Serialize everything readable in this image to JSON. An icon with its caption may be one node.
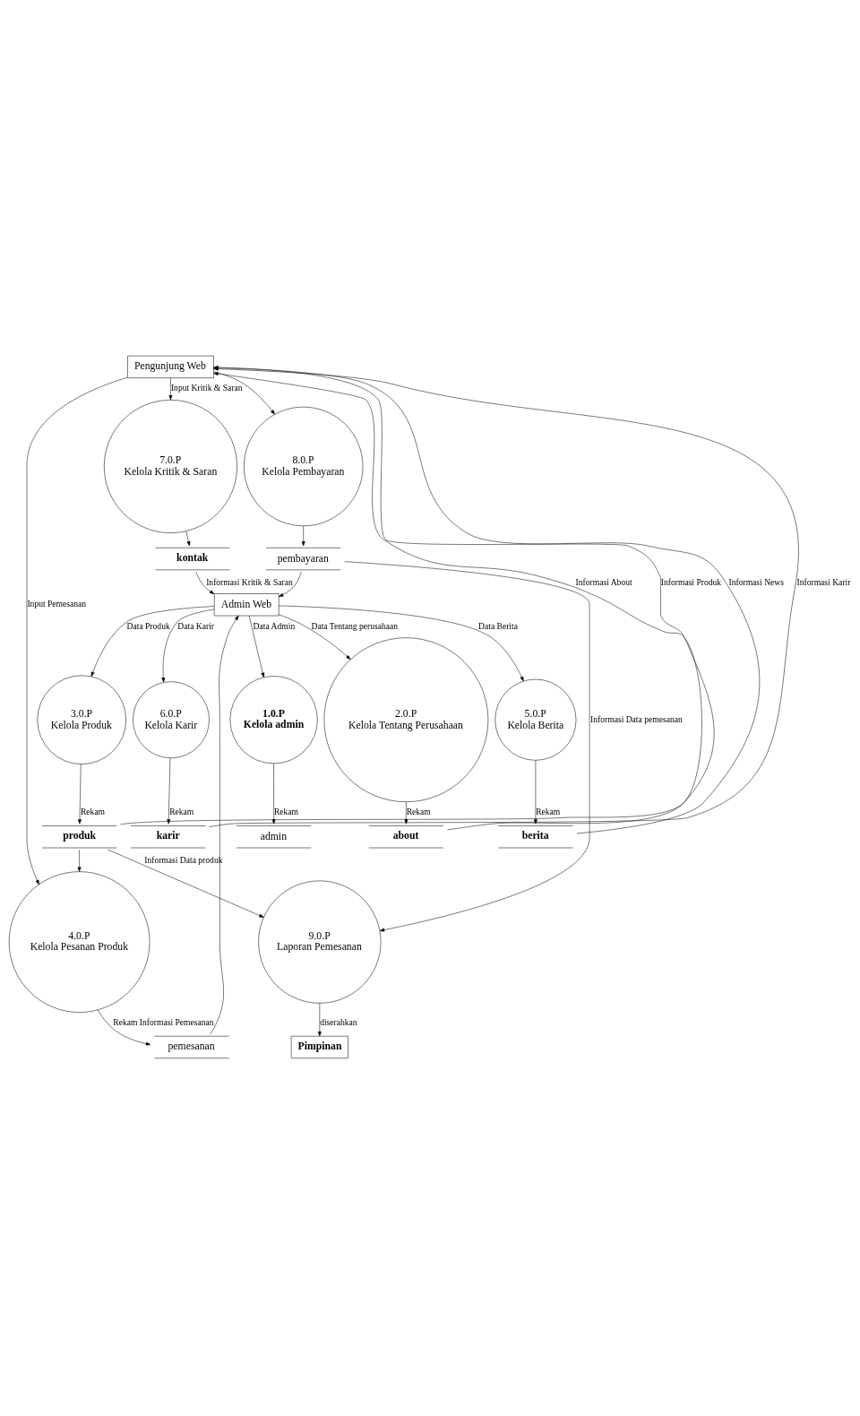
{
  "diagram": {
    "nodes": [
      {
        "text": [
          "8.0.P",
          "Kelola Pembayaran"
        ]
      },
      {
        "text": [
          "pembayaran"
        ]
      },
      {
        "text": [
          "4.0.P",
          "Kelola Pesanan Produk"
        ]
      },
      {
        "text": [
          "Pengunjung Web"
        ]
      },
      {
        "text": [
          "pemesanan"
        ]
      },
      {
        "text": [
          "Admin Web"
        ]
      },
      {
        "text": [
          "1.0.P",
          "Kelola admin"
        ]
      },
      {
        "text": [
          "admin"
        ]
      },
      {
        "text": [
          "2.0.P",
          "Kelola Tentang Perusahaan"
        ]
      },
      {
        "text": [
          "about"
        ]
      },
      {
        "text": [
          "3.0.P",
          "Kelola Produk"
        ]
      },
      {
        "text": [
          "produk"
        ]
      },
      {
        "text": [
          "5.0.P",
          "Kelola Berita"
        ]
      },
      {
        "text": [
          "berita"
        ]
      },
      {
        "text": [
          "6.0.P",
          "Kelola Karir"
        ]
      },
      {
        "text": [
          "karir"
        ]
      },
      {
        "text": [
          "7.0.P",
          "Kelola Kritik & Saran"
        ]
      },
      {
        "text": [
          "kontak"
        ]
      },
      {
        "text": [
          "9.0.P",
          "Laporan Pemesanan"
        ]
      },
      {
        "text": [
          "Pimpinan"
        ]
      }
    ],
    "edges": [
      {
        "from": 3,
        "to": 0,
        "arrow": "to"
      },
      {
        "from": 0,
        "to": 1,
        "arrow": "to"
      },
      {
        "from": 1,
        "to": 5,
        "arrow": "to"
      },
      {
        "from": 3,
        "to": 2,
        "label": "Input Pemesanan",
        "arrow": "to"
      },
      {
        "from": 2,
        "to": 4,
        "label": "Rekam Informasi Pemesanan",
        "arrow": "to"
      },
      {
        "from": 4,
        "to": 5,
        "arrow": "to"
      },
      {
        "from": 5,
        "to": 6,
        "label": "Data Admin",
        "arrow": "to"
      },
      {
        "from": 6,
        "to": 7,
        "label": "Rekam",
        "arrow": "to"
      },
      {
        "from": 5,
        "to": 8,
        "label": "Data Tentang perusahaan",
        "arrow": "to"
      },
      {
        "from": 8,
        "to": 9,
        "label": "Rekam",
        "arrow": "to"
      },
      {
        "from": 9,
        "to": 3,
        "label": "Informasi About",
        "arrow": "to"
      },
      {
        "from": 5,
        "to": 10,
        "label": "Data Produk",
        "arrow": "to"
      },
      {
        "from": 10,
        "to": 11,
        "label": "Rekam",
        "arrow": "to"
      },
      {
        "from": 11,
        "to": 3,
        "label": "Informasi Produk",
        "arrow": "to"
      },
      {
        "from": 5,
        "to": 12,
        "label": "Data Berita",
        "arrow": "to"
      },
      {
        "from": 12,
        "to": 13,
        "label": "Rekam",
        "arrow": "to"
      },
      {
        "from": 13,
        "to": 3,
        "label": "Informasi News",
        "arrow": "to"
      },
      {
        "from": 5,
        "to": 14,
        "label": "Data Karir",
        "arrow": "to"
      },
      {
        "from": 14,
        "to": 15,
        "label": "Rekam",
        "arrow": "to"
      },
      {
        "from": 15,
        "to": 3,
        "label": "Informasi Karir",
        "arrow": "to"
      },
      {
        "from": 16,
        "to": 17,
        "arrow": "to"
      },
      {
        "from": 17,
        "to": 5,
        "label": "Informasi Kritik & Saran",
        "arrow": "to"
      },
      {
        "from": 3,
        "to": 16,
        "label": "Input Kritik & Saran",
        "arrow": "to"
      },
      {
        "from": 11,
        "to": 2,
        "arrow": "to"
      },
      {
        "from": 11,
        "to": 18,
        "label": "Informasi Data produk",
        "arrow": "to"
      },
      {
        "from": 1,
        "to": 18,
        "label": "Informasi Data pemesanan",
        "arrow": "to"
      },
      {
        "from": 18,
        "to": 19,
        "label": "diserahkan",
        "arrow": "to"
      }
    ]
  }
}
